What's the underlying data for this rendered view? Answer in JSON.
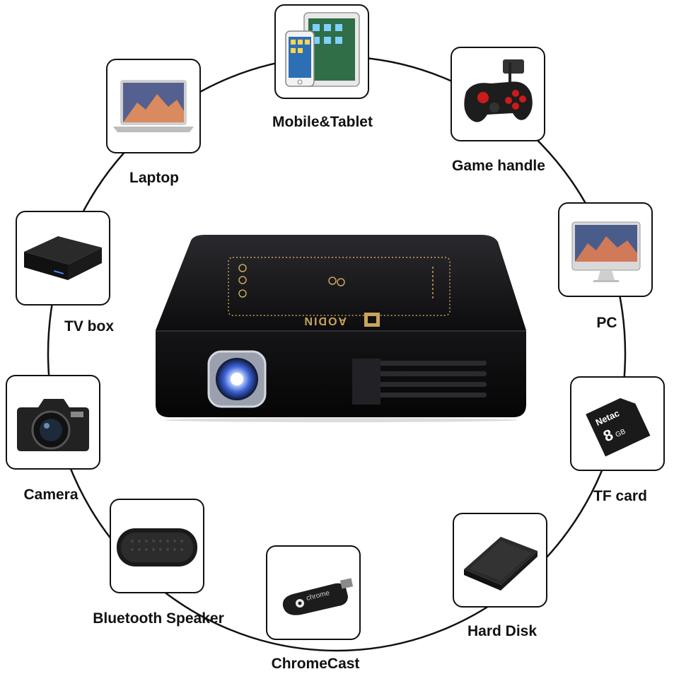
{
  "devices": [
    {
      "id": "mobile-tablet",
      "label": "Mobile&Tablet",
      "icon": "mobile-tablet-icon"
    },
    {
      "id": "game-handle",
      "label": "Game handle",
      "icon": "gamepad-icon"
    },
    {
      "id": "pc",
      "label": "PC",
      "icon": "desktop-computer-icon"
    },
    {
      "id": "tf-card",
      "label": "TF card",
      "icon": "sd-card-icon"
    },
    {
      "id": "hard-disk",
      "label": "Hard Disk",
      "icon": "hard-disk-icon"
    },
    {
      "id": "chromecast",
      "label": "ChromeCast",
      "icon": "chromecast-icon"
    },
    {
      "id": "bluetooth-speaker",
      "label": "Bluetooth Speaker",
      "icon": "speaker-icon"
    },
    {
      "id": "camera",
      "label": "Camera",
      "icon": "camera-icon"
    },
    {
      "id": "tv-box",
      "label": "TV box",
      "icon": "tv-box-icon"
    },
    {
      "id": "laptop",
      "label": "Laptop",
      "icon": "laptop-icon"
    }
  ],
  "projector": {
    "icon": "projector-icon",
    "brand": "AODIN"
  },
  "tf_card": {
    "brand": "Netac",
    "capacity": "8",
    "unit": "GB"
  },
  "chromecast_text": "chrome",
  "colors": {
    "outline": "#111111",
    "device_body": "#1a1a1a",
    "lens_glow": "#4a7dff",
    "accent_gold": "#c9a45a"
  }
}
